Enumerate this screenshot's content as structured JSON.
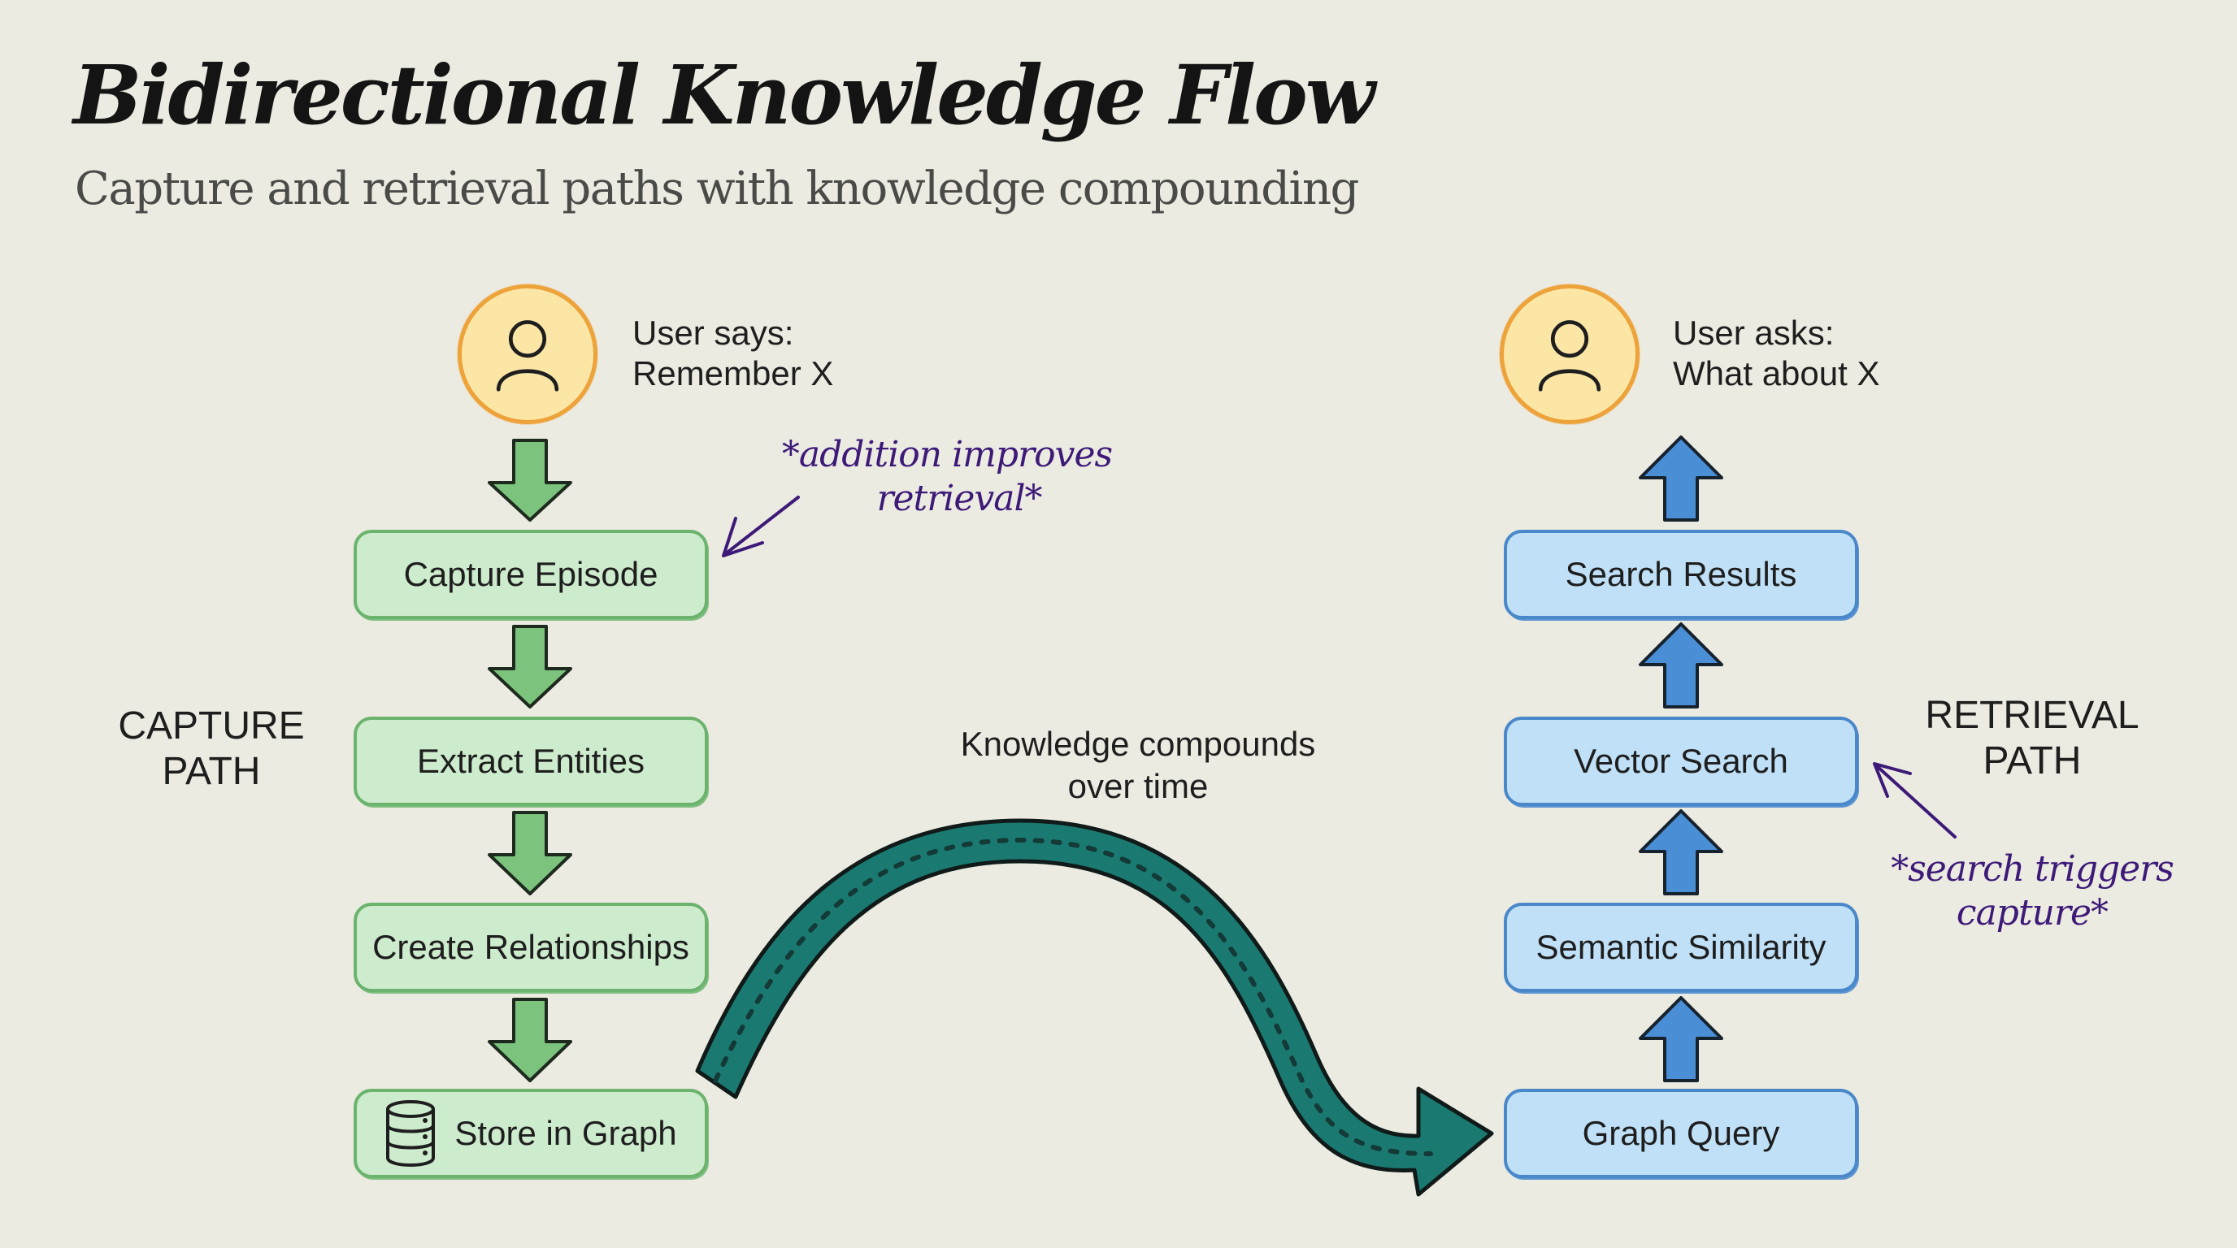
{
  "header": {
    "title": "Bidirectional Knowledge Flow",
    "subtitle": "Capture and retrieval paths with knowledge compounding"
  },
  "capture": {
    "path_label_line1": "CAPTURE",
    "path_label_line2": "PATH",
    "user_line1": "User says:",
    "user_line2": "Remember X",
    "note_line1": "*addition improves",
    "note_line2": "retrieval*",
    "steps": [
      {
        "label": "Capture Episode"
      },
      {
        "label": "Extract Entities"
      },
      {
        "label": "Create Relationships"
      },
      {
        "label": "Store in Graph",
        "icon": "database-icon"
      }
    ],
    "color": "#7cc47e"
  },
  "retrieval": {
    "path_label_line1": "RETRIEVAL",
    "path_label_line2": "PATH",
    "user_line1": "User asks:",
    "user_line2": "What about X",
    "note_line1": "*search triggers",
    "note_line2": "capture*",
    "steps": [
      {
        "label": "Search Results"
      },
      {
        "label": "Vector Search"
      },
      {
        "label": "Semantic Similarity"
      },
      {
        "label": "Graph Query"
      }
    ],
    "color": "#4a8fd6"
  },
  "bridge": {
    "label_line1": "Knowledge compounds",
    "label_line2": "over time",
    "color": "#1a7a72"
  },
  "colors": {
    "background": "#ecebe2",
    "avatar_fill": "#fbe6a6",
    "avatar_border": "#eda23a",
    "note_text": "#3d1a78"
  }
}
